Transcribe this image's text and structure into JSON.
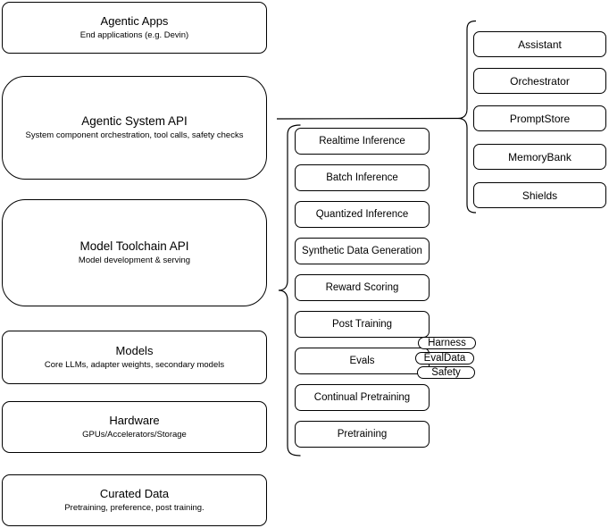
{
  "diagram": {
    "stack": [
      {
        "title": "Agentic Apps",
        "subtitle": "End applications (e.g. Devin)"
      },
      {
        "title": "Agentic System API",
        "subtitle": "System component orchestration, tool calls, safety checks"
      },
      {
        "title": "Model Toolchain API",
        "subtitle": "Model development & serving"
      },
      {
        "title": "Models",
        "subtitle": "Core LLMs, adapter weights, secondary models"
      },
      {
        "title": "Hardware",
        "subtitle": "GPUs/Accelerators/Storage"
      },
      {
        "title": "Curated Data",
        "subtitle": "Pretraining, preference, post training."
      }
    ],
    "toolchain": [
      "Realtime Inference",
      "Batch Inference",
      "Quantized Inference",
      "Synthetic Data Generation",
      "Reward Scoring",
      "Post Training",
      "Evals",
      "Continual Pretraining",
      "Pretraining"
    ],
    "eval_tags": [
      "Harness",
      "EvalData",
      "Safety"
    ],
    "system_components": [
      "Assistant",
      "Orchestrator",
      "PromptStore",
      "MemoryBank",
      "Shields"
    ],
    "colors": {
      "stroke": "#000000",
      "fill": "#ffffff",
      "background": "#ffffff"
    }
  }
}
